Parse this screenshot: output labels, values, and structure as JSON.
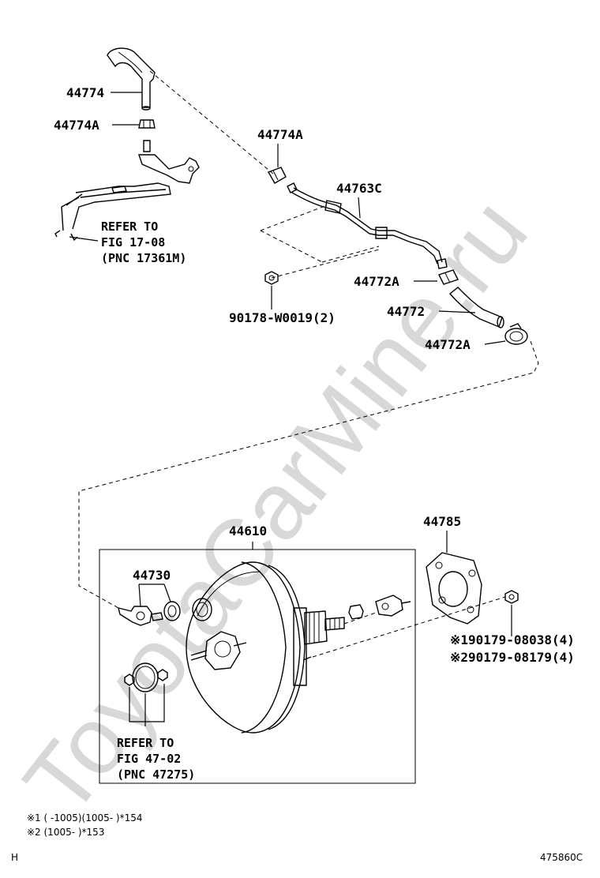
{
  "watermark": "ToyotaCarMine.ru",
  "labels": {
    "p44774": "44774",
    "p44774a_left": "44774A",
    "p44774a_right": "44774A",
    "p44763c": "44763C",
    "p44772a_upper": "44772A",
    "p44772": "44772",
    "p44772a_lower": "44772A",
    "p90178": "90178-W0019(2)",
    "p44610": "44610",
    "p44785": "44785",
    "p44730": "44730",
    "p90179_1": "※190179-08038(4)",
    "p90179_2": "※290179-08179(4)"
  },
  "refer_upper": {
    "line1": "REFER TO",
    "line2": "FIG 17-08",
    "line3": "(PNC 17361M)"
  },
  "refer_lower": {
    "line1": "REFER TO",
    "line2": "FIG 47-02",
    "line3": "(PNC 47275)"
  },
  "footnotes": {
    "note1": "※1 (      -1005)(1005-       )*154",
    "note2": "※2 (1005-       )*153"
  },
  "footer": {
    "left": "H",
    "right": "475860C"
  }
}
